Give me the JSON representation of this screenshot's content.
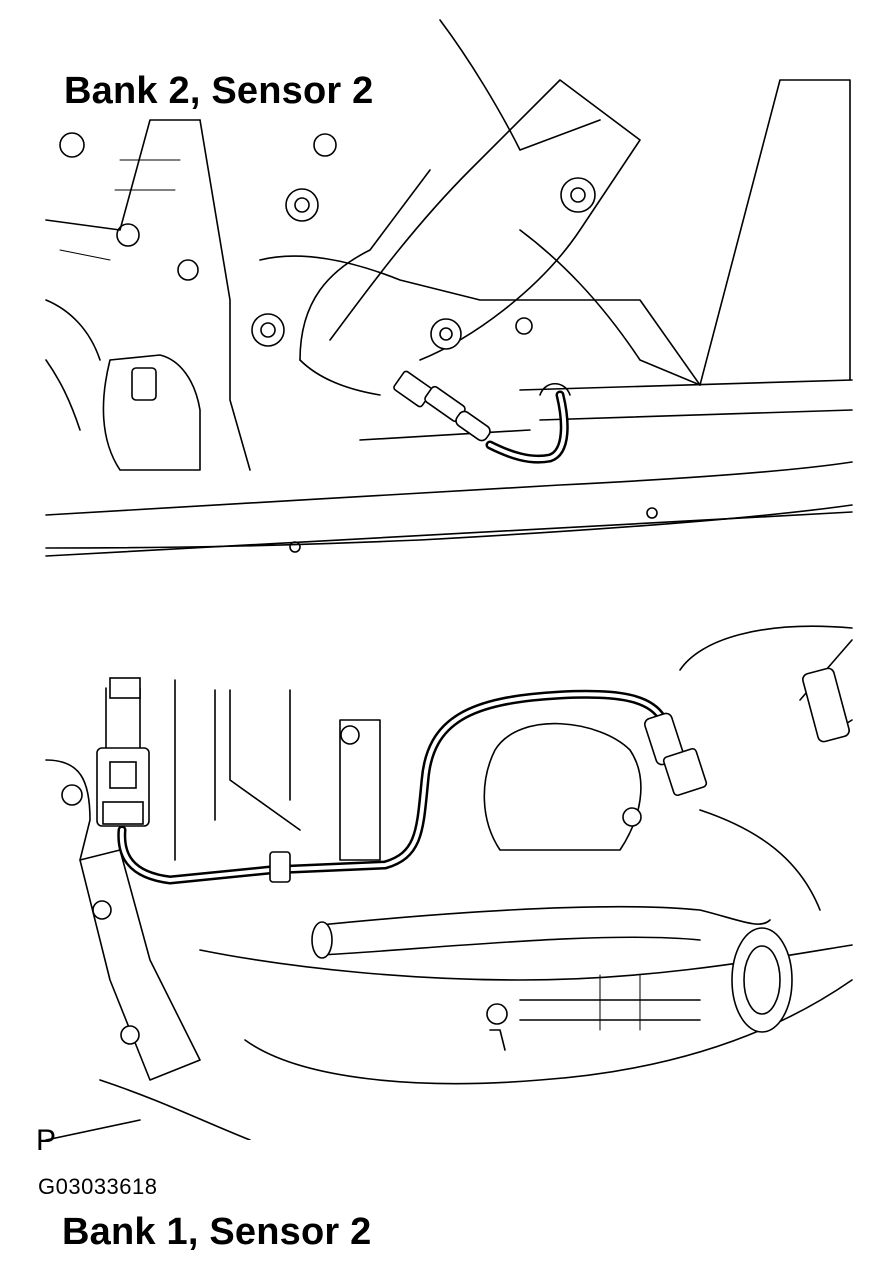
{
  "diagram": {
    "panels": [
      {
        "title": "Bank 2, Sensor 2"
      },
      {
        "title": "Bank 1, Sensor 2"
      }
    ],
    "marker": "P",
    "figure_code": "G03033618"
  }
}
